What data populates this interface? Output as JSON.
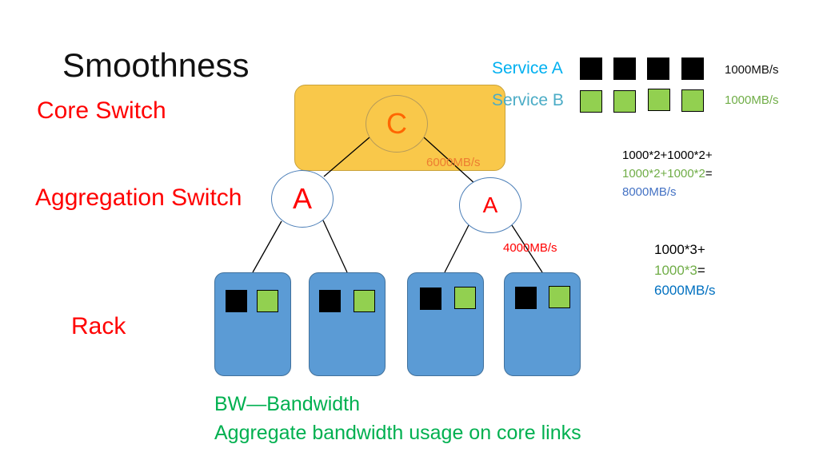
{
  "title": "Smoothness",
  "levels": {
    "core": "Core Switch",
    "aggregation": "Aggregation Switch",
    "rack": "Rack"
  },
  "nodes": {
    "core": "C",
    "agg_left": "A",
    "agg_right": "A"
  },
  "links": {
    "core_link_label": "6000MB/s",
    "agg_link_label": "4000MB/s"
  },
  "legend": {
    "service_a": {
      "label": "Service A",
      "rate": "1000MB/s",
      "color": "#000000"
    },
    "service_b": {
      "label": "Service B",
      "rate": "1000MB/s",
      "color": "#92d050"
    }
  },
  "calc_core": {
    "line1": "1000*2+1000*2+",
    "line2": "1000*2+1000*2",
    "line2_eq": "=",
    "line3": "8000MB/s"
  },
  "calc_agg": {
    "line1": "1000*3+",
    "line2": "1000*3",
    "line2_eq": "=",
    "line3": "6000MB/s"
  },
  "footer": {
    "line1": "BW—Bandwidth",
    "line2": "Aggregate bandwidth usage on core links"
  },
  "colors": {
    "level_label": "#ff0000",
    "core_box": "#f9c84a",
    "rack": "#5b9bd5",
    "service_a_label": "#00b0f0",
    "service_b_label": "#4bacc6",
    "footer": "#00b050"
  }
}
